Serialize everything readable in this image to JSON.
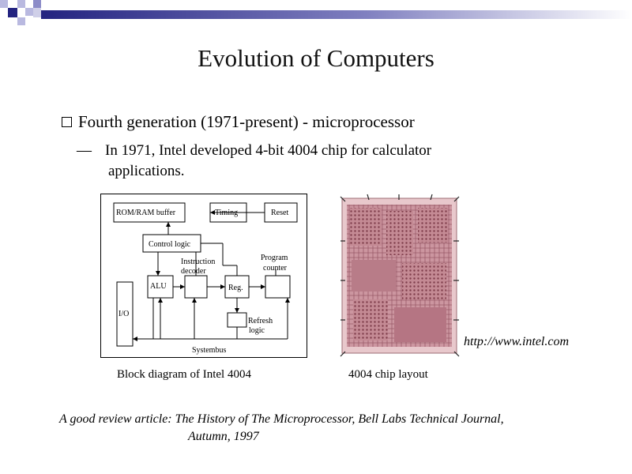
{
  "slide": {
    "title": "Evolution of Computers",
    "bullet": "Fourth generation (1971-present) - microprocessor",
    "sub_dash": "—",
    "sub_line1": "In 1971, Intel developed 4-bit  4004 chip for calculator",
    "sub_line2": "applications.",
    "caption_block": "Block diagram of Intel 4004",
    "caption_chip": "4004 chip layout",
    "url": "http://www.intel.com",
    "review_line1": "A good review article: The History of The Microprocessor, Bell Labs Technical Journal,",
    "review_line2": "Autumn, 1997"
  },
  "diagram": {
    "rom_ram": "ROM/RAM buffer",
    "timing": "Timing",
    "reset": "Reset",
    "control_logic": "Control logic",
    "instruction_decoder_1": "Instruction",
    "instruction_decoder_2": "decoder",
    "program_counter_1": "Program",
    "program_counter_2": "counter",
    "alu": "ALU",
    "reg": "Reg.",
    "io": "I/O",
    "refresh_1": "Refresh",
    "refresh_2": "logic",
    "systembus": "Systembus"
  },
  "colors": {
    "accent_dark": "#1f1f7a",
    "accent_mid": "#8f8fc9",
    "chip_base": "#c8909a"
  }
}
